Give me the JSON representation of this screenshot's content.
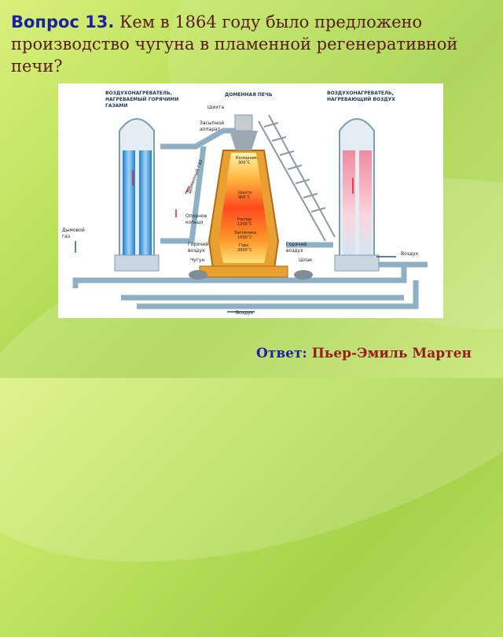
{
  "question": {
    "label": "Вопрос 13.",
    "text": "Кем в 1864 году было предложено производство чугуна в пламенной регенеративной печи?"
  },
  "diagram": {
    "heater_left_title": [
      "ВОЗДУХОНАГРЕВАТЕЛЬ,",
      "НАГРЕВАЕМЫЙ ГОРЯЧИМИ",
      "ГАЗАМИ"
    ],
    "furnace_title": "ДОМЕННАЯ ПЕЧЬ",
    "heater_right_title": [
      "ВОЗДУХОНАГРЕВАТЕЛЬ,",
      "НАГРЕВАЮЩИЙ ВОЗДУХ"
    ],
    "charge": "Шихта",
    "loader": [
      "Засыпной",
      "аппарат"
    ],
    "gas_pipe": "Доменный газ",
    "support_ring": [
      "Опорное",
      "кольцо"
    ],
    "flue_gas": [
      "Дымовой",
      "газ"
    ],
    "hot_air_left": [
      "Горячий",
      "воздух"
    ],
    "hot_air_right": [
      "Горячий",
      "воздух"
    ],
    "pig_iron": "Чугун",
    "slag": "Шлак",
    "air_right": "Воздух",
    "air_bottom": "Воздух",
    "zones": [
      {
        "name": "Колошник",
        "temp": "300˚С"
      },
      {
        "name": "Шахта",
        "temp": "900˚С"
      },
      {
        "name": "Распар",
        "temp": "1200˚С"
      },
      {
        "name": "Заплечики",
        "temp": "1500˚С"
      },
      {
        "name": "Горн",
        "temp": "2000˚С"
      }
    ]
  },
  "answer": {
    "label": "Ответ:",
    "value": "Пьер-Эмиль Мартен"
  }
}
